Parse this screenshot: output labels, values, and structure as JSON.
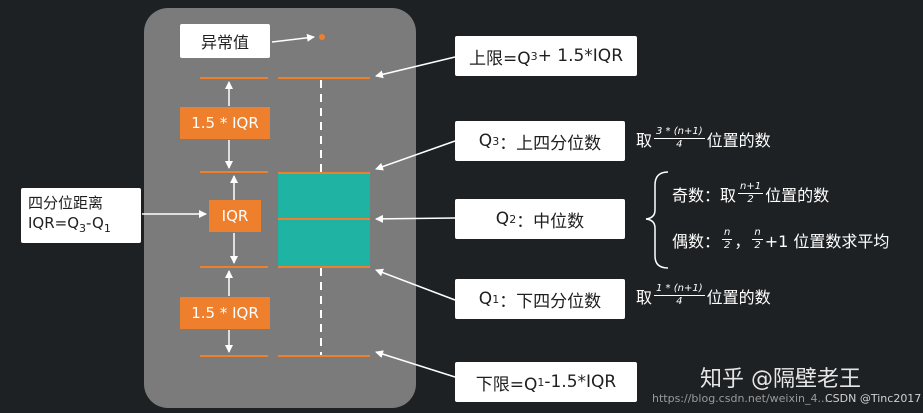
{
  "outlier_label": "异常值",
  "iqr_def": {
    "line1": "四分位距离",
    "prefix": "IQR=Q",
    "sub3": "3",
    "dash": "-Q",
    "sub1": "1"
  },
  "labels": {
    "upper_iqr": "1.5 * IQR",
    "iqr": "IQR",
    "lower_iqr": "1.5 * IQR"
  },
  "upper_limit": {
    "pre": "上限=Q",
    "sub": "3",
    "post": " + 1.5*IQR"
  },
  "q3": {
    "pre": "Q",
    "sub": "3",
    "post": "：上四分位数"
  },
  "q2": {
    "pre": "Q",
    "sub": "2",
    "post": "：中位数"
  },
  "q1": {
    "pre": "Q",
    "sub": "1",
    "post": "：下四分位数"
  },
  "lower_limit": {
    "pre": "下限=Q",
    "sub": "1",
    "post": " -1.5*IQR"
  },
  "q3_note": {
    "take": "取",
    "num": "3 * (n+1)",
    "den": "4",
    "after": "位置的数"
  },
  "odd_note": {
    "label": "奇数：取",
    "num": "n+1",
    "den": "2",
    "after": "位置的数"
  },
  "even_note": {
    "label": "偶数：",
    "num1": "n",
    "den1": "2",
    "comma": "，",
    "num2": "n",
    "den2": "2",
    "after": "+1 位置数求平均"
  },
  "q1_note": {
    "take": "取",
    "num": "1 * (n+1)",
    "den": "4",
    "after": "位置的数"
  },
  "watermarks": {
    "zhihu": "知乎 @隔壁老王",
    "csdn_url": "https://blog.csdn.net/weixin_4...",
    "csdn": "CSDN @Tinc2017"
  },
  "colors": {
    "panel": "#7b7b7b",
    "box": "#1fb3a3",
    "accent": "#ee7f2d",
    "background": "#1e2124"
  }
}
